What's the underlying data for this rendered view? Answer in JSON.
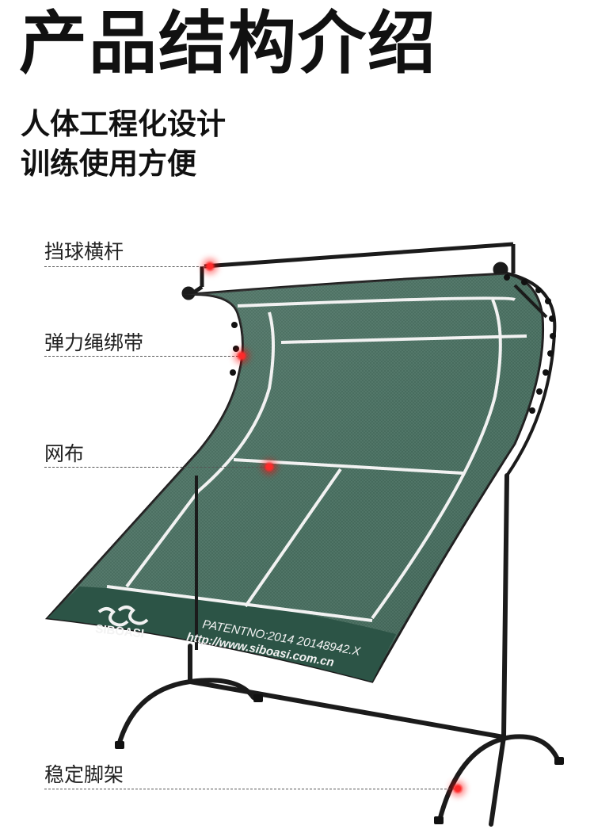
{
  "header": {
    "title": "产品结构介绍",
    "subtitle_line1": "人体工程化设计",
    "subtitle_line2": "训练使用方便"
  },
  "callouts": [
    {
      "label": "挡球横杆"
    },
    {
      "label": "弹力绳绑带"
    },
    {
      "label": "网布"
    },
    {
      "label": "稳定脚架"
    }
  ],
  "net_print": {
    "brand": "SIBOASI",
    "patent": "PATENTNO:2014 20148942.X",
    "url": "http://www.siboasi.com.cn"
  },
  "colors": {
    "net_green": "#2f5a4c",
    "frame": "#1a1a1a",
    "court_line": "#f2f2f2",
    "marker": "#ff2a2a"
  }
}
